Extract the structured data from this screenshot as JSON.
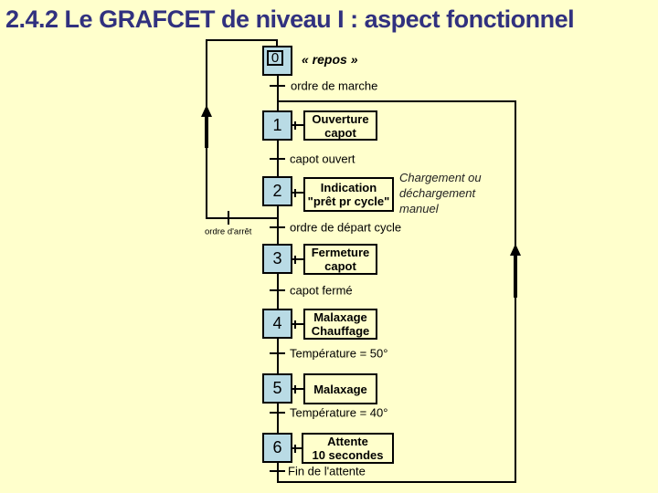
{
  "page": {
    "title": "2.4.2 Le GRAFCET de niveau I : aspect fonctionnel"
  },
  "colors": {
    "background": "#FFFFCC",
    "step_fill": "#B9DBE5",
    "title_text": "#31317F",
    "line": "#000000"
  },
  "diagram": {
    "type": "grafcet-sequential-function-chart",
    "steps": [
      {
        "num": "0",
        "kind": "initial",
        "comment": "« repos »"
      },
      {
        "num": "1",
        "action": "Ouverture\ncapot"
      },
      {
        "num": "2",
        "action": "Indication\n\"prêt pr cycle\"",
        "note": "Chargement ou\ndéchargement\nmanuel"
      },
      {
        "num": "3",
        "action": "Fermeture\ncapot"
      },
      {
        "num": "4",
        "action": "Malaxage\nChauffage"
      },
      {
        "num": "5",
        "action": "Malaxage"
      },
      {
        "num": "6",
        "action": "Attente\n10 secondes"
      }
    ],
    "transitions": [
      "ordre de marche",
      "capot ouvert",
      "ordre de départ cycle",
      "capot fermé",
      "Température = 50°",
      "Température = 40°",
      "Fin de l'attente"
    ],
    "branch_transition": "ordre d'arrêt"
  }
}
